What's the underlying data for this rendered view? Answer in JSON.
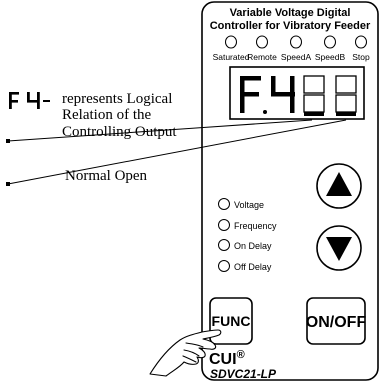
{
  "panel": {
    "title_line1": "Variable Voltage Digital",
    "title_line2": "Controller for Vibratory Feeder",
    "top_leds": [
      "Saturated",
      "Remote",
      "SpeedA",
      "SpeedB",
      "Stop"
    ],
    "side_leds": [
      "Voltage",
      "Frequency",
      "On Delay",
      "Off Delay"
    ],
    "func_label": "FUNC",
    "onoff_label": "ON/OFF",
    "brand": "CUI",
    "brand_mark": "®",
    "model": "SDVC21-LP"
  },
  "annotations": {
    "code_line1": "represents Logical",
    "code_line2": "Relation of the",
    "code_line3": "Controlling Output",
    "normal_open": "Normal Open"
  }
}
